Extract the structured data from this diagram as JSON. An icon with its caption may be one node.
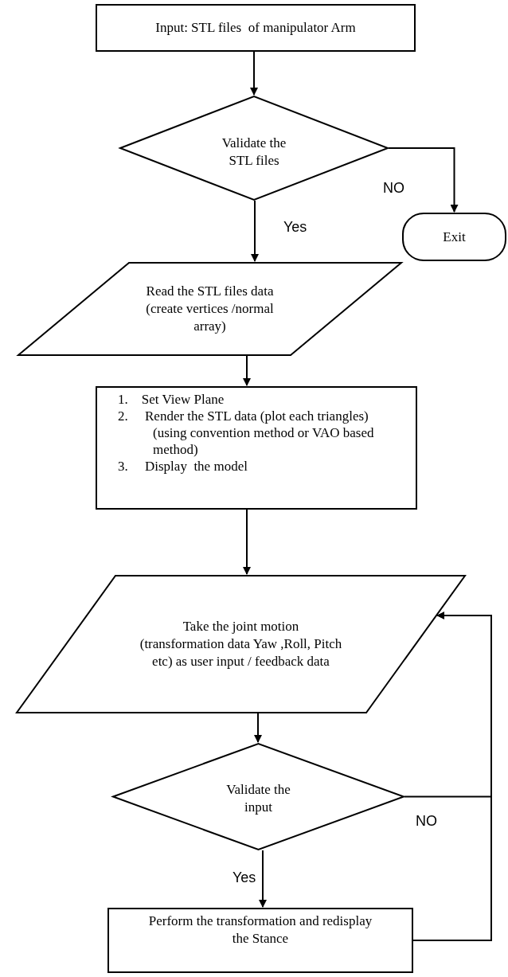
{
  "diagram": {
    "nodes": [
      {
        "text": [
          "Input: STL files  of manipulator Arm"
        ]
      },
      {
        "text": [
          "Validate the STL files"
        ]
      },
      {
        "text": [
          "Exit"
        ]
      },
      {
        "text": [
          "Read the STL files data (create vertices /normal array)"
        ]
      },
      {
        "text": [
          "1.    Set View Plane",
          "2.     Render the STL data (plot each triangles) (using convention method or VAO based method)",
          "3.     Display  the model"
        ]
      },
      {
        "text": [
          "Take the joint motion (transformation data Yaw ,Roll, Pitch etc) as user input / feedback data"
        ]
      },
      {
        "text": [
          "Validate the input"
        ]
      },
      {
        "text": [
          "Perform the transformation and redisplay  the Stance"
        ]
      }
    ],
    "edges": [
      {
        "from": 0,
        "to": 1,
        "arrow": "to"
      },
      {
        "from": 1,
        "to": 3,
        "arrow": "to",
        "label": "Yes"
      },
      {
        "from": 1,
        "to": 2,
        "arrow": "to",
        "label": "NO"
      },
      {
        "from": 3,
        "to": 4,
        "arrow": "to"
      },
      {
        "from": 4,
        "to": 5,
        "arrow": "to"
      },
      {
        "from": 5,
        "to": 6,
        "arrow": "to"
      },
      {
        "from": 6,
        "to": 7,
        "arrow": "to",
        "label": "Yes"
      },
      {
        "from": 6,
        "to": 5,
        "arrow": "to",
        "label": "NO"
      },
      {
        "from": 7,
        "to": 5,
        "arrow": "to"
      }
    ]
  }
}
